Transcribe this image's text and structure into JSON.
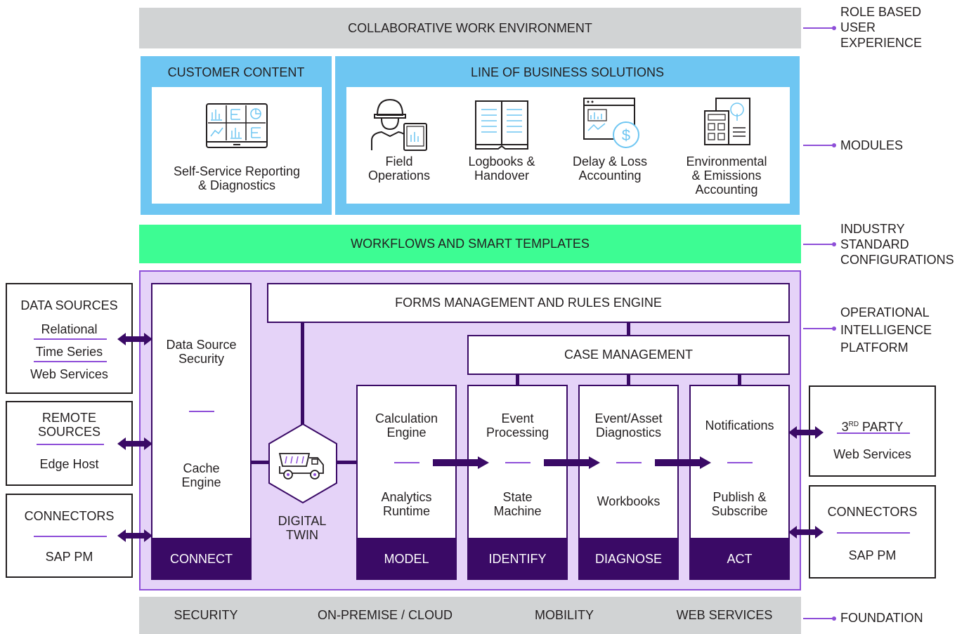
{
  "top_band": "COLLABORATIVE WORK ENVIRONMENT",
  "modules": {
    "customer_content": {
      "title": "CUSTOMER CONTENT",
      "item": {
        "label": "Self-Service Reporting\n& Diagnostics",
        "icon": "dashboard-monitor-icon"
      }
    },
    "lob": {
      "title": "LINE OF BUSINESS SOLUTIONS",
      "items": [
        {
          "label": "Field\nOperations",
          "icon": "field-worker-tablet-icon"
        },
        {
          "label": "Logbooks &\nHandover",
          "icon": "logbook-icon"
        },
        {
          "label": "Delay & Loss\nAccounting",
          "icon": "accounting-browser-icon"
        },
        {
          "label": "Environmental\n& Emissions\nAccounting",
          "icon": "environmental-report-icon"
        }
      ]
    }
  },
  "workflows_band": "WORKFLOWS AND SMART TEMPLATES",
  "platform": {
    "forms": "FORMS MANAGEMENT AND RULES ENGINE",
    "case": "CASE MANAGEMENT",
    "connect": {
      "top": "Data Source\nSecurity",
      "bottom": "Cache\nEngine",
      "footer": "CONNECT"
    },
    "digital_twin": {
      "label": "DIGITAL\nTWIN",
      "icon": "dump-truck-icon"
    },
    "stages": [
      {
        "top": "Calculation\nEngine",
        "bottom": "Analytics\nRuntime",
        "footer": "MODEL"
      },
      {
        "top": "Event\nProcessing",
        "bottom": "State\nMachine",
        "footer": "IDENTIFY"
      },
      {
        "top": "Event/Asset\nDiagnostics",
        "bottom": "Workbooks",
        "footer": "DIAGNOSE"
      },
      {
        "top": "Notifications",
        "bottom": "Publish &\nSubscribe",
        "footer": "ACT"
      }
    ]
  },
  "left_sources": [
    {
      "title": "DATA SOURCES",
      "items": [
        "Relational",
        "Time Series",
        "Web Services"
      ]
    },
    {
      "title": "REMOTE\nSOURCES",
      "items": [
        "Edge Host"
      ]
    },
    {
      "title": "CONNECTORS",
      "items": [
        "SAP PM"
      ]
    }
  ],
  "right_targets": [
    {
      "title_main": "3",
      "title_sup": "RD",
      "title_rest": " PARTY",
      "items": [
        "Web Services"
      ]
    },
    {
      "title": "CONNECTORS",
      "items": [
        "SAP PM"
      ]
    }
  ],
  "foundation": [
    "SECURITY",
    "ON-PREMISE / CLOUD",
    "MOBILITY",
    "WEB SERVICES"
  ],
  "right_labels": {
    "role": "ROLE BASED\nUSER\nEXPERIENCE",
    "modules": "MODULES",
    "industry": "INDUSTRY\nSTANDARD\nCONFIGURATIONS",
    "platform": "OPERATIONAL\nINTELLIGENCE\nPLATFORM",
    "foundation": "FOUNDATION"
  },
  "colors": {
    "purple_dark": "#3a0a66",
    "purple_accent": "#8e4ed8",
    "blue": "#6ec6f2",
    "green": "#3dfc93",
    "grey": "#d1d3d4"
  }
}
